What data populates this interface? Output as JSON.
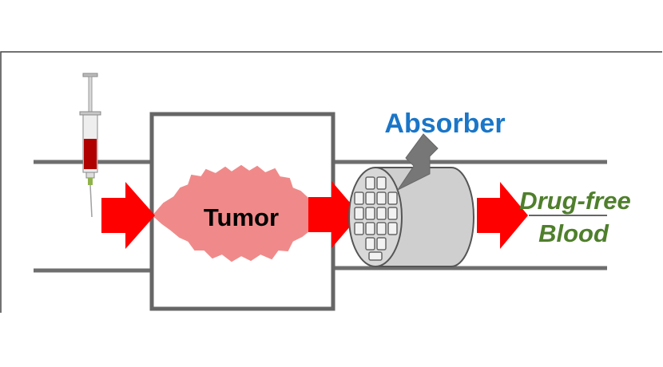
{
  "diagram": {
    "labels": {
      "tumor": "Tumor",
      "absorber": "Absorber",
      "outlet_line1": "Drug-free",
      "outlet_line2": "Blood"
    },
    "colors": {
      "vessel": "#6e6e6e",
      "frame": "#666666",
      "flow_arrow": "#ff0000",
      "tumor_fill": "#f08a8a",
      "absorber_label": "#1a76c8",
      "outlet_label": "#4f7f2c",
      "device_body": "#cfcfcf",
      "device_stroke": "#555555",
      "pointer_arrow": "#777777",
      "syringe_blood": "#b00000"
    },
    "icons": [
      "syringe-icon",
      "absorber-device-icon",
      "tumor-icon"
    ]
  }
}
